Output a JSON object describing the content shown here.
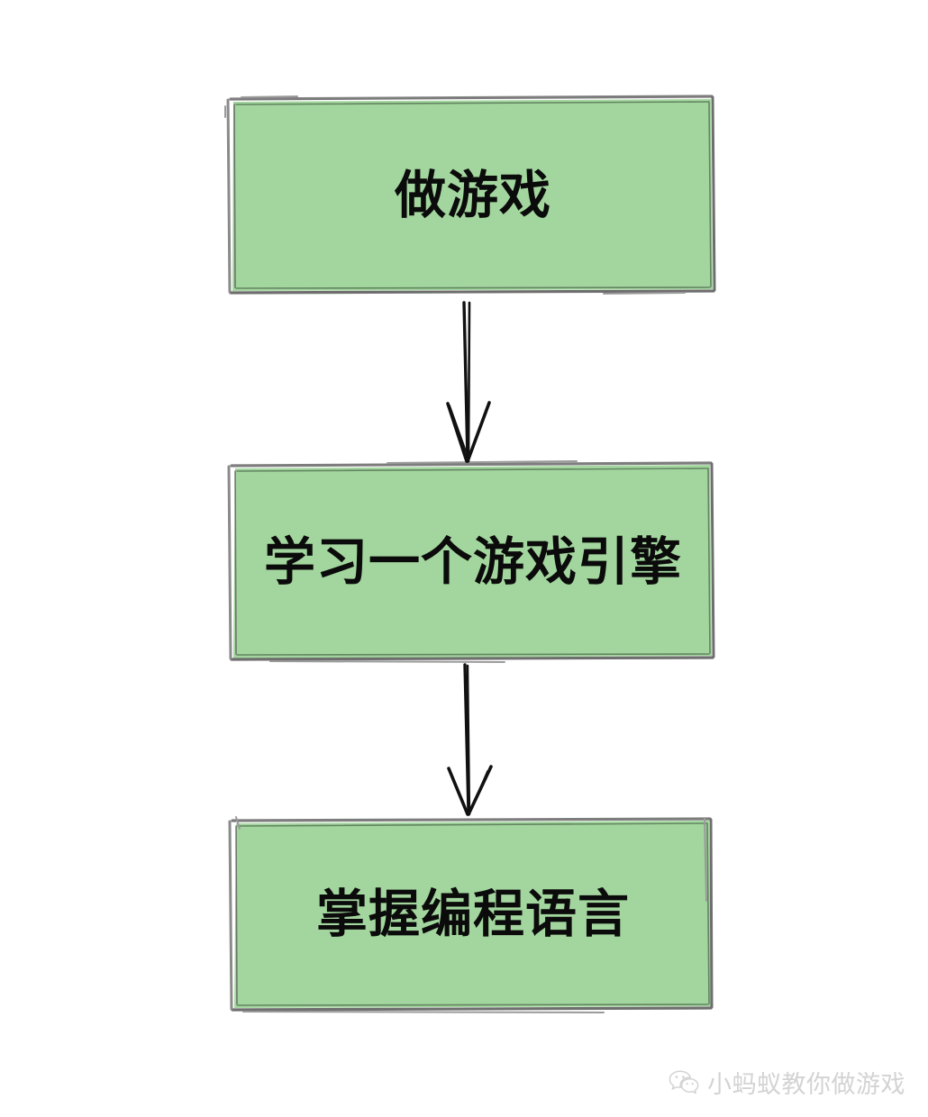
{
  "diagram": {
    "type": "flowchart",
    "orientation": "vertical-top-down",
    "background_color": "#ffffff",
    "node_fill_color": "#a3d69e",
    "node_border_color": "#6b6b6b",
    "text_color": "#0b0b0b",
    "arrow_color": "#111111",
    "nodes": [
      {
        "id": "node-1",
        "label": "做游戏"
      },
      {
        "id": "node-2",
        "label": "学习一个游戏引擎"
      },
      {
        "id": "node-3",
        "label": "掌握编程语言"
      }
    ],
    "edges": [
      {
        "id": "edge-1",
        "from": "node-1",
        "to": "node-2",
        "style": "hand-drawn-arrow",
        "direction": "down"
      },
      {
        "id": "edge-2",
        "from": "node-2",
        "to": "node-3",
        "style": "hand-drawn-arrow",
        "direction": "down"
      }
    ]
  },
  "watermark": {
    "icon": "wechat-icon",
    "text": "小蚂蚁教你做游戏",
    "color": "#6f6f6f"
  }
}
